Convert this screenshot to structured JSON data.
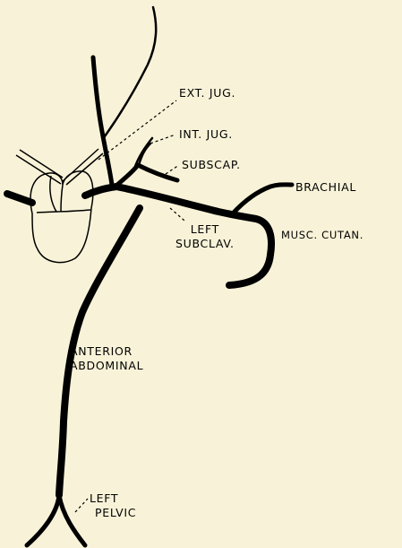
{
  "labels": {
    "ext_jug": "EXT. JUG.",
    "int_jug": "INT. JUG.",
    "subscap": "SUBSCAP.",
    "brachial": "BRACHIAL",
    "musc_cutan": "MUSC. CUTAN.",
    "left_subclav": [
      "LEFT",
      "SUBCLAV."
    ],
    "anterior_abdominal": [
      "ANTERIOR",
      "ABDOMINAL"
    ],
    "left_pelvic": [
      "LEFT",
      "PELVIC"
    ]
  },
  "colors": {
    "background": "#f8f3d8",
    "ink": "#000000"
  }
}
